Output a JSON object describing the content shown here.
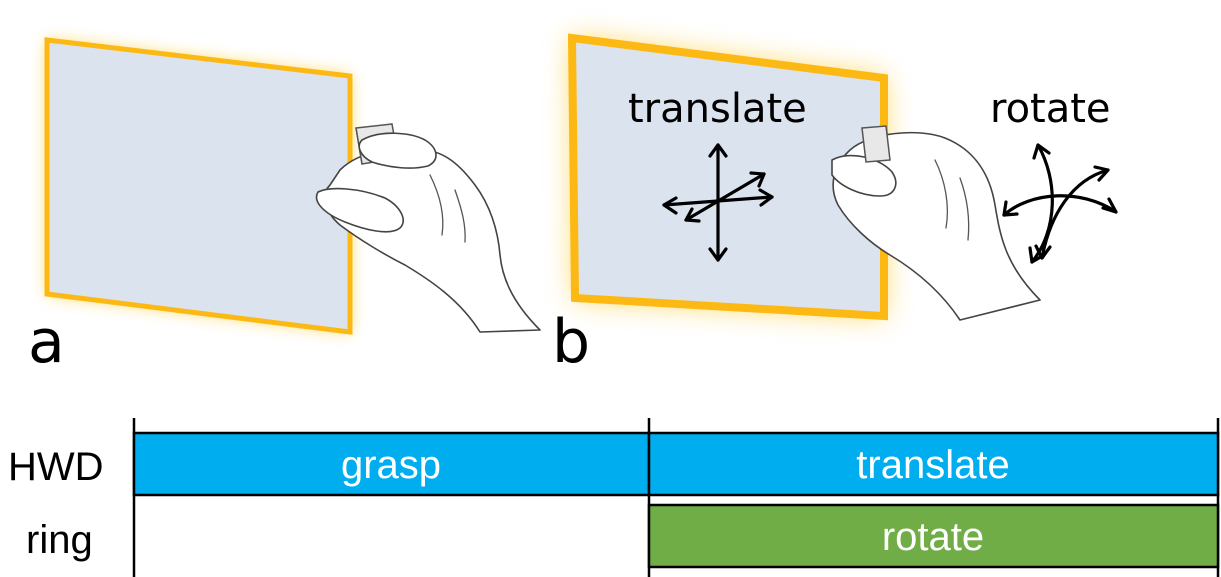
{
  "panels": {
    "a": {
      "letter": "a"
    },
    "b": {
      "letter": "b",
      "translate_label": "translate",
      "rotate_label": "rotate"
    }
  },
  "timeline": {
    "rows": [
      {
        "label": "HWD"
      },
      {
        "label": "ring"
      }
    ],
    "bars": [
      {
        "label": "grasp",
        "color": "#00aeef"
      },
      {
        "label": "translate",
        "color": "#00aeef"
      },
      {
        "label": "rotate",
        "color": "#70ad47"
      }
    ]
  },
  "colors": {
    "plane_fill": "#dbe3ef",
    "plane_border": "#fdb913",
    "glow": "#ffcc33"
  }
}
